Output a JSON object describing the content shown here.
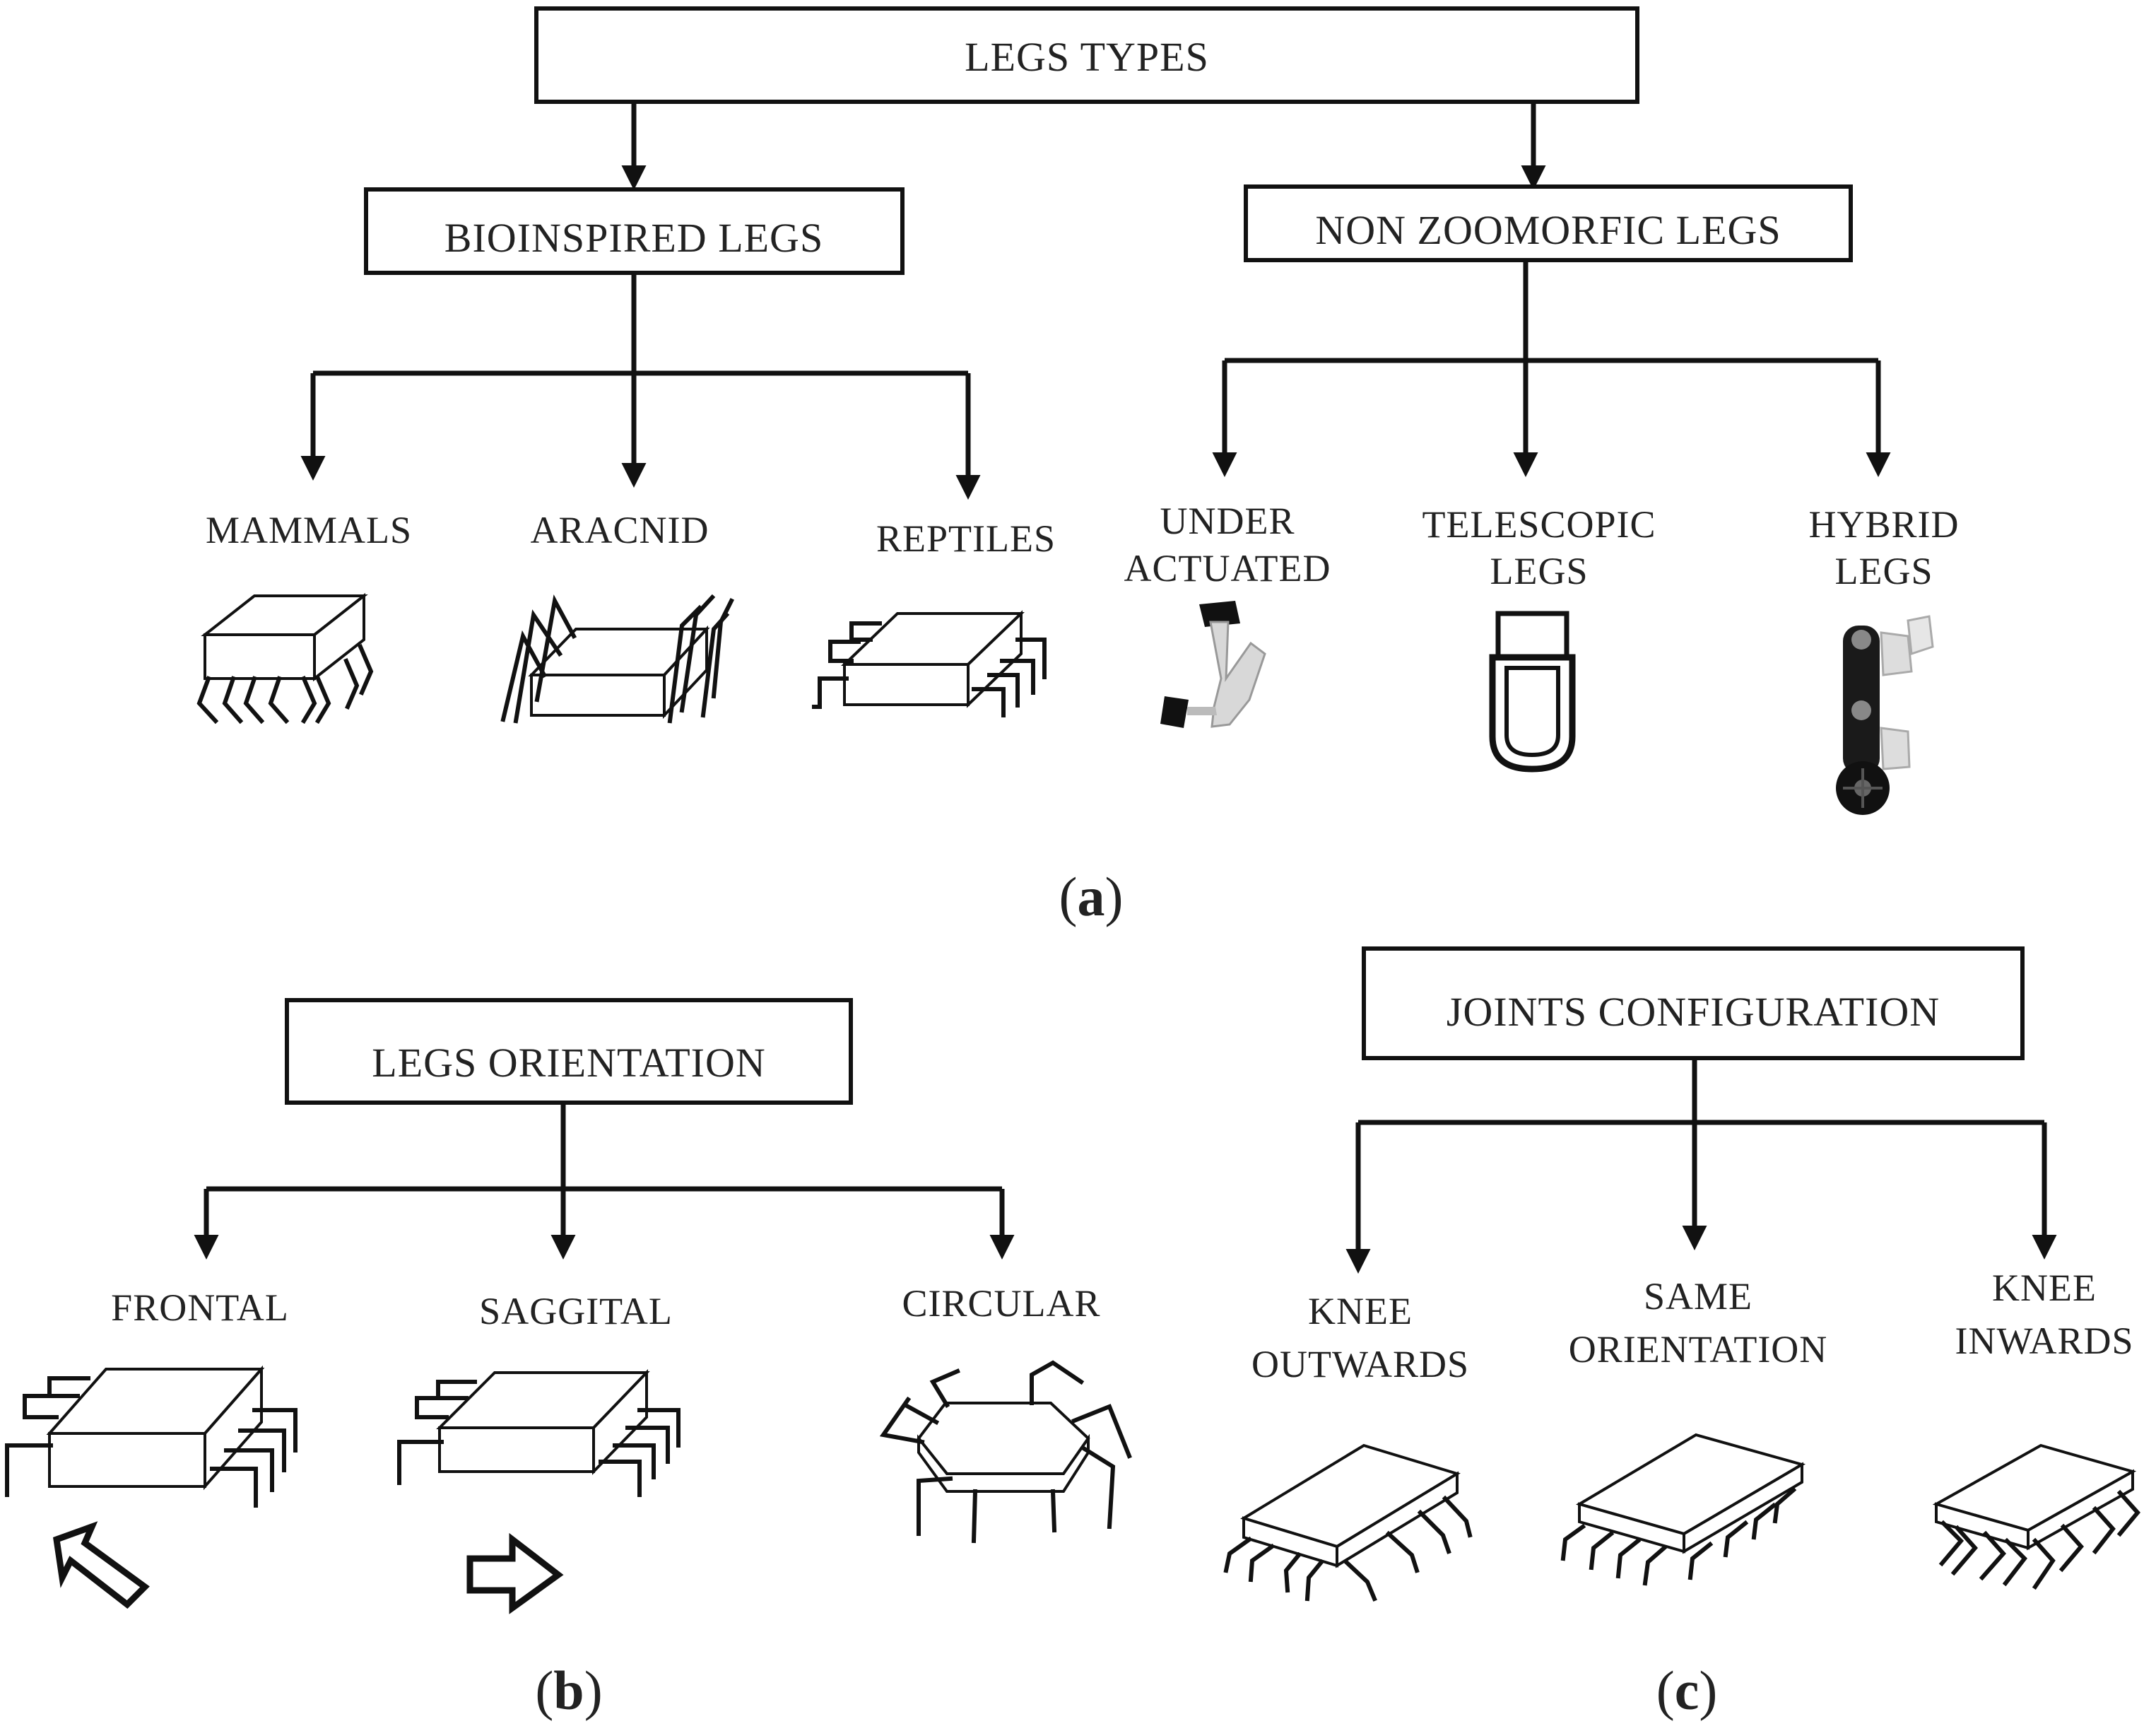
{
  "panel_a": {
    "root": "LEGS TYPES",
    "bioinspired": "BIOINSPIRED LEGS",
    "non_zoomorfic": "NON  ZOOMORFIC LEGS",
    "mammals": "MAMMALS",
    "aracnid": "ARACNID",
    "reptiles": "REPTILES",
    "under_actuated": [
      "UNDER",
      "ACTUATED"
    ],
    "telescopic": [
      "TELESCOPIC",
      "LEGS"
    ],
    "hybrid": [
      "HYBRID",
      "LEGS"
    ],
    "caption": {
      "open": "(",
      "letter": "a",
      "close": ")"
    }
  },
  "panel_b": {
    "root": "LEGS ORIENTATION",
    "frontal": "FRONTAL",
    "saggital": "SAGGITAL",
    "circular": "CIRCULAR",
    "caption": {
      "open": "(",
      "letter": "b",
      "close": ")"
    }
  },
  "panel_c": {
    "root": "JOINTS CONFIGURATION",
    "knee_outwards": [
      "KNEE",
      "OUTWARDS"
    ],
    "same_orientation": [
      "SAME",
      "ORIENTATION"
    ],
    "knee_inwards": [
      "KNEE",
      "INWARDS"
    ],
    "caption": {
      "open": "(",
      "letter": "c",
      "close": ")"
    }
  }
}
